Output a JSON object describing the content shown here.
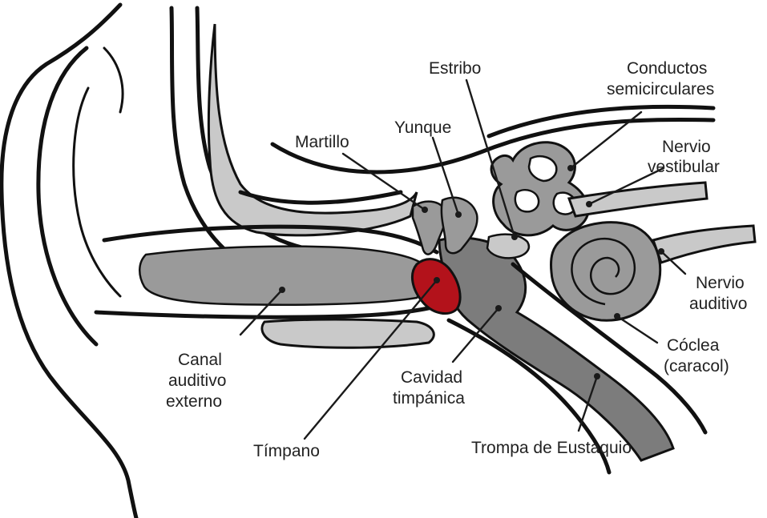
{
  "colors": {
    "light_gray": "#c9c9c9",
    "mid_gray": "#9a9a9a",
    "dark_gray": "#7c7c7c",
    "eardrum_red": "#b3121b",
    "outline": "#111111"
  },
  "labels": {
    "estribo": "Estribo",
    "conductos_1": "Conductos",
    "conductos_2": "semicirculares",
    "martillo": "Martillo",
    "yunque": "Yunque",
    "nervio_vest_1": "Nervio",
    "nervio_vest_2": "vestibular",
    "nervio_aud_1": "Nervio",
    "nervio_aud_2": "auditivo",
    "coclea_1": "Cóclea",
    "coclea_2": "(caracol)",
    "canal_1": "Canal",
    "canal_2": "auditivo",
    "canal_3": "externo",
    "cavidad_1": "Cavidad",
    "cavidad_2": "timpánica",
    "timpano": "Tímpano",
    "trompa": "Trompa de Eustaquio"
  }
}
